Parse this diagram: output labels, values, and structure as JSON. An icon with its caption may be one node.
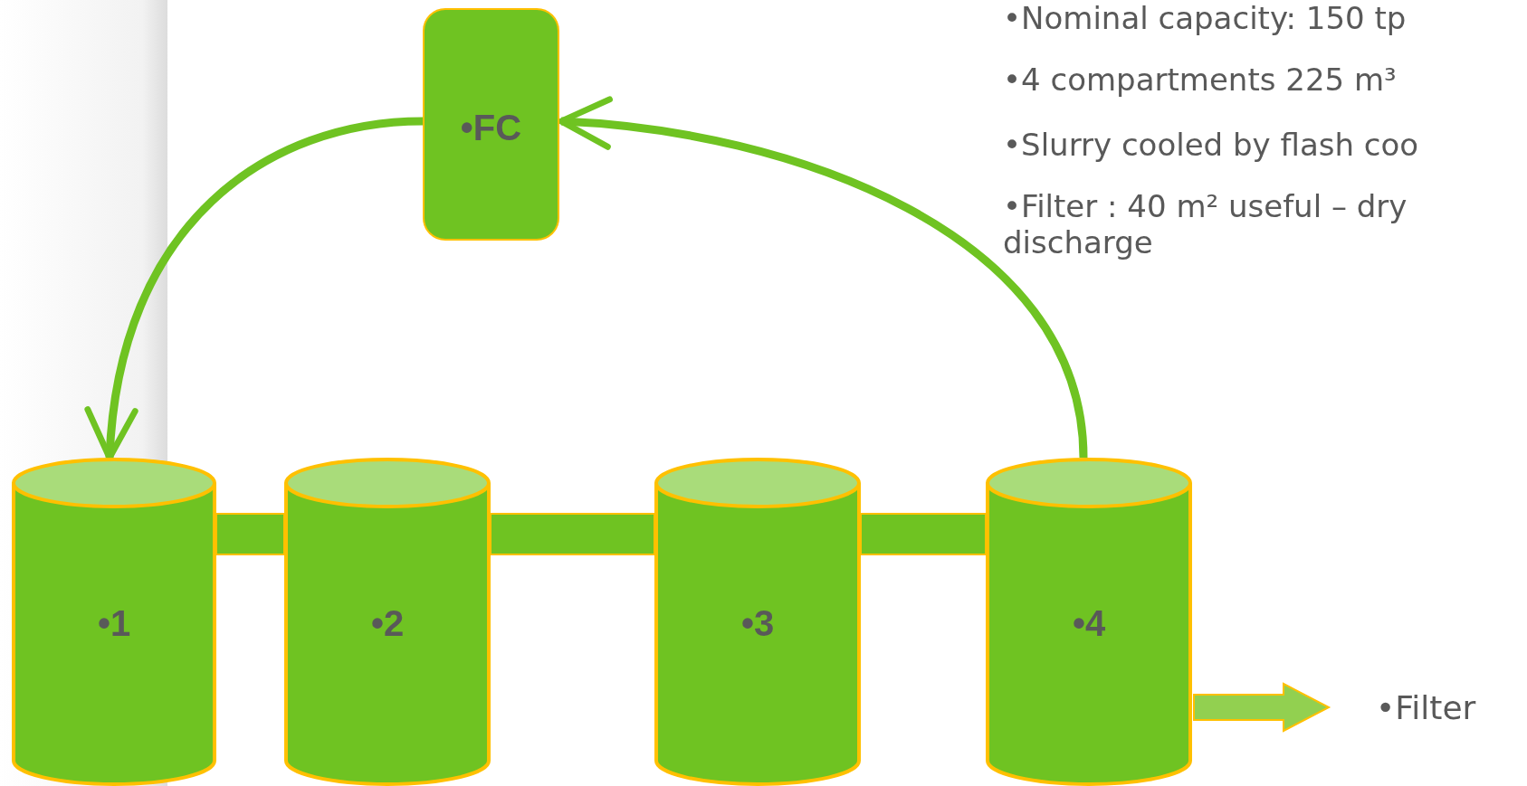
{
  "diagram": {
    "nodes": [
      {
        "text": [
          "•FC"
        ]
      },
      {
        "text": [
          "•1"
        ]
      },
      {
        "text": [
          "•2"
        ]
      },
      {
        "text": [
          "•3"
        ]
      },
      {
        "text": [
          "•4"
        ]
      },
      {
        "text": [
          "•Filter"
        ]
      }
    ],
    "edges": [
      {
        "from": 0,
        "to": 1,
        "arrow": "to"
      },
      {
        "from": 4,
        "to": 0,
        "arrow": "to"
      },
      {
        "from": 1,
        "to": 2,
        "arrow": "none",
        "style": "thick"
      },
      {
        "from": 2,
        "to": 3,
        "arrow": "none",
        "style": "thick"
      },
      {
        "from": 3,
        "to": 4,
        "arrow": "none",
        "style": "thick"
      },
      {
        "from": 4,
        "to": 5,
        "arrow": "to",
        "style": "thick",
        "color": "#92d050"
      }
    ],
    "labels": [
      "•Nominal capacity: 150 tp",
      "•4 compartments 225 m³",
      "•Slurry cooled by flash coo",
      "•Filter : 40 m² useful – dry discharge"
    ]
  }
}
